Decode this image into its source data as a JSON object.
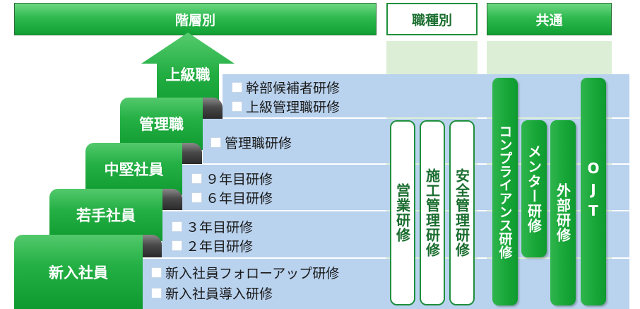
{
  "headers": {
    "hierarchy": "階層別",
    "job_type": "職種別",
    "common": "共通"
  },
  "levels": {
    "senior": "上級職",
    "manager": "管理職",
    "midlevel": "中堅社員",
    "young": "若手社員",
    "new": "新入社員"
  },
  "trainings": {
    "candidate": "幹部候補者研修",
    "senior_mgmt": "上級管理職研修",
    "mgmt": "管理職研修",
    "year9": "９年目研修",
    "year6": "６年目研修",
    "year3": "３年目研修",
    "year2": "２年目研修",
    "followup": "新入社員フォローアップ研修",
    "intro": "新入社員導入研修"
  },
  "job_type_items": [
    "営業研修",
    "施工管理研修",
    "安全管理研修"
  ],
  "common_items": [
    "コンプライアンス研修",
    "メンター研修",
    "外部研修",
    "OJT"
  ]
}
